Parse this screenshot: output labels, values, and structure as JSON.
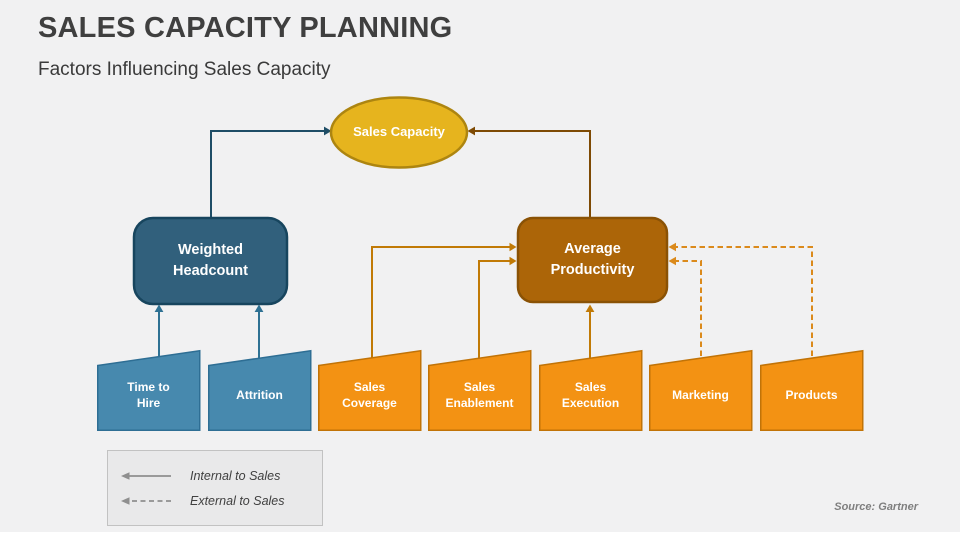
{
  "slide": {
    "title": "SALES CAPACITY PLANNING",
    "subtitle": "Factors Influencing Sales Capacity",
    "source": "Source: Gartner"
  },
  "diagram": {
    "root": {
      "label": "Sales Capacity"
    },
    "groups": [
      {
        "label": "Weighted\nHeadcount"
      },
      {
        "label": "Average\nProductivity"
      }
    ],
    "factors": [
      {
        "label": "Time to\nHire"
      },
      {
        "label": "Attrition"
      },
      {
        "label": "Sales\nCoverage"
      },
      {
        "label": "Sales\nEnablement"
      },
      {
        "label": "Sales\nExecution"
      },
      {
        "label": "Marketing"
      },
      {
        "label": "Products"
      }
    ]
  },
  "legend": {
    "items": [
      {
        "label": "Internal to Sales",
        "line_style": "solid"
      },
      {
        "label": "External to Sales",
        "line_style": "dashed"
      }
    ]
  },
  "colors": {
    "background": "#F1F1F2",
    "title_text": "#3F3F3F",
    "root_fill": "#E6B41E",
    "root_stroke": "#AD8510",
    "headcount_fill": "#31607C",
    "headcount_stroke": "#17455E",
    "productivity_fill": "#AC6508",
    "productivity_stroke": "#8A5205",
    "factor_blue_fill": "#4789AE",
    "factor_blue_stroke": "#2E6E94",
    "factor_orange_fill": "#F39213",
    "factor_orange_stroke": "#C17307",
    "line_blue_dark": "#1E4D66",
    "line_blue": "#2E7193",
    "line_brown": "#7E4A04",
    "line_orange": "#C17A06",
    "line_orange_dashed": "#DB8A1C",
    "legend_line": "#8F8F8F",
    "label_text": "#FFFFFF",
    "source_text": "#7F7F7F"
  }
}
